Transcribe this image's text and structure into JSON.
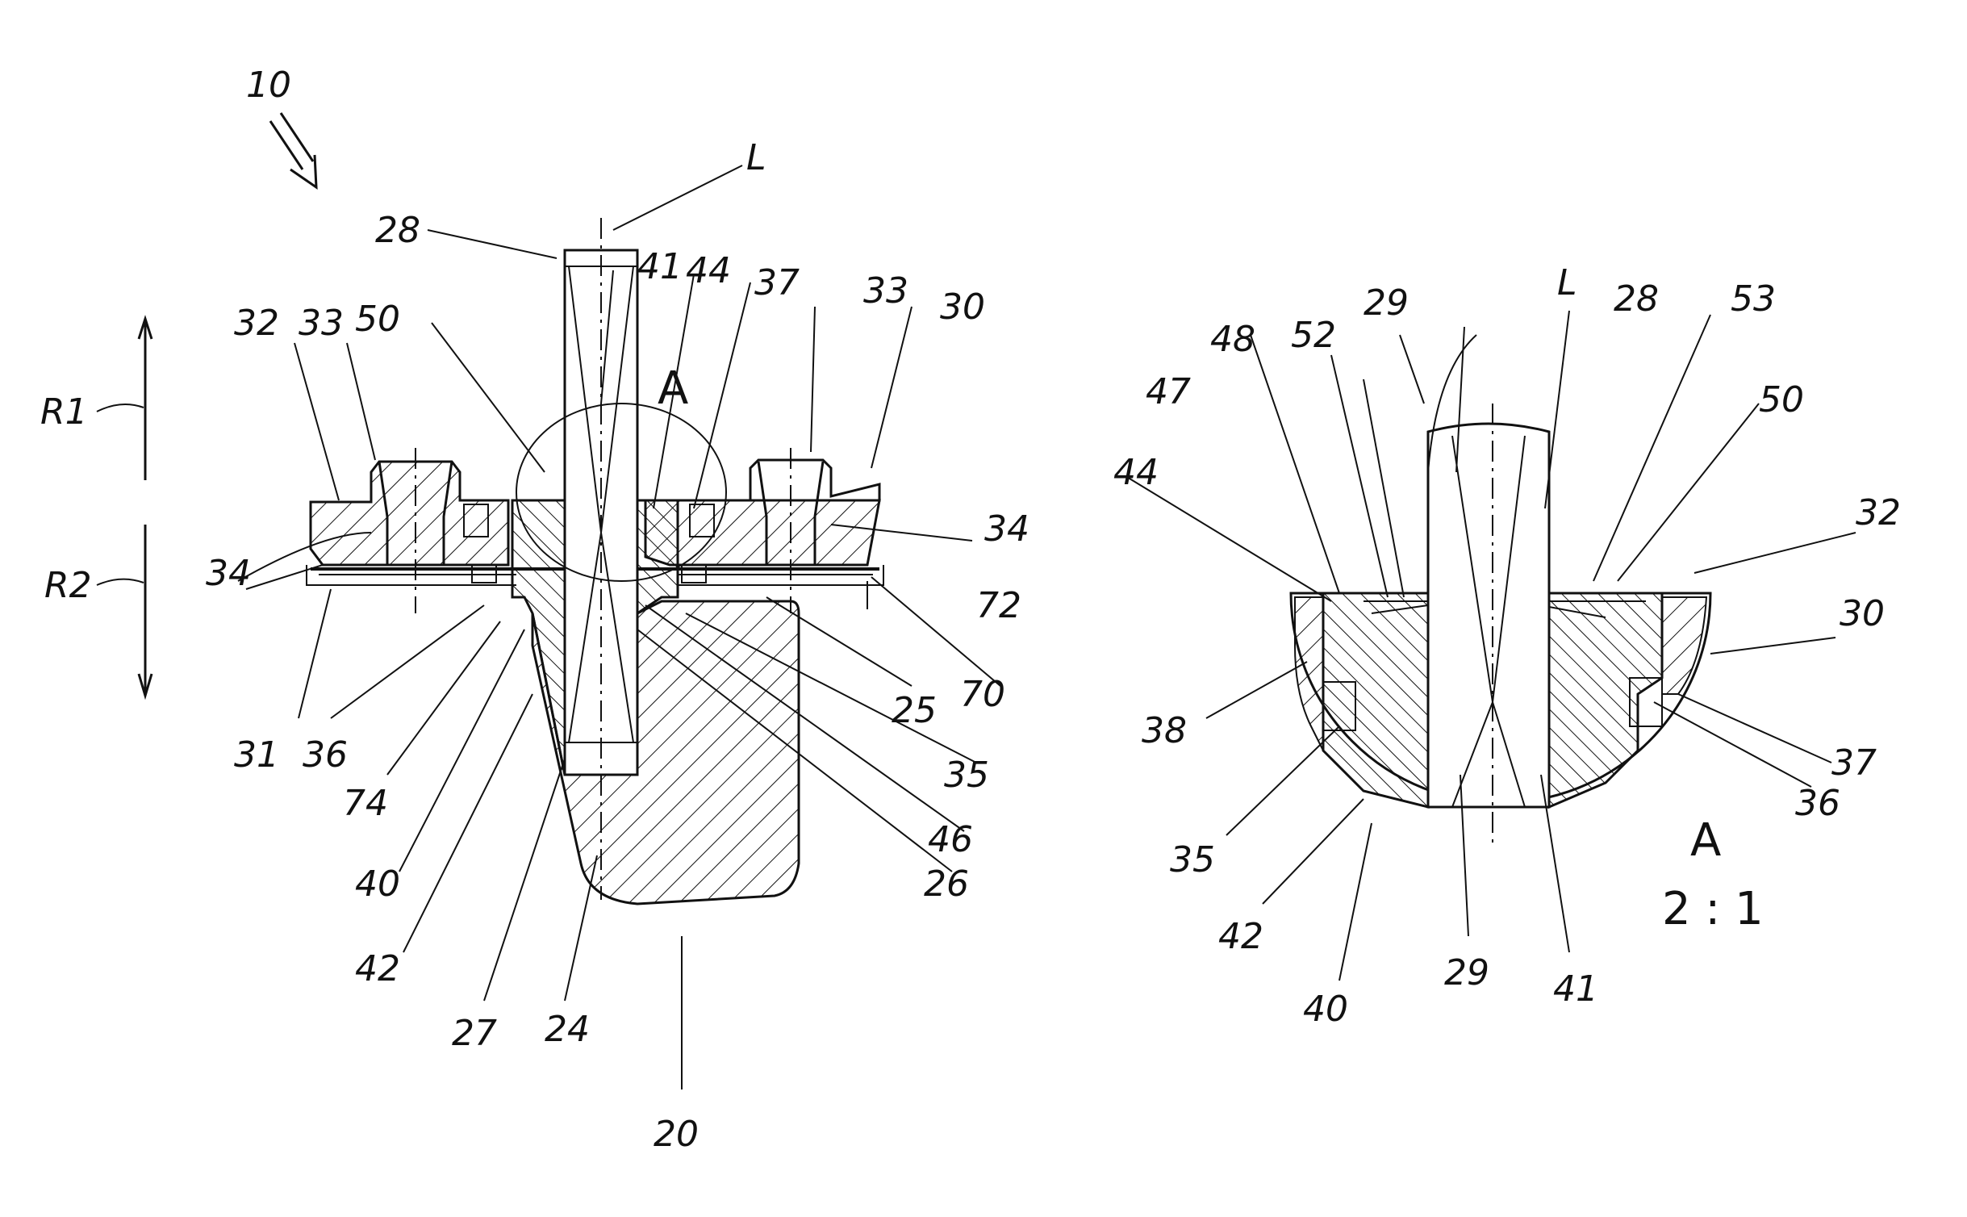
{
  "figure": {
    "main_view": {
      "labels": [
        "10",
        "L",
        "28",
        "41",
        "44",
        "37",
        "33",
        "30",
        "32",
        "33",
        "50",
        "A",
        "R1",
        "R2",
        "34",
        "34",
        "72",
        "31",
        "36",
        "74",
        "40",
        "42",
        "27",
        "24",
        "20",
        "25",
        "70",
        "35",
        "46",
        "26"
      ]
    },
    "detail_view": {
      "labels": [
        "29",
        "L",
        "28",
        "53",
        "48",
        "52",
        "47",
        "50",
        "44",
        "32",
        "30",
        "38",
        "37",
        "36",
        "35",
        "42",
        "40",
        "29",
        "41"
      ],
      "title": "A",
      "scale": "2 : 1"
    }
  }
}
